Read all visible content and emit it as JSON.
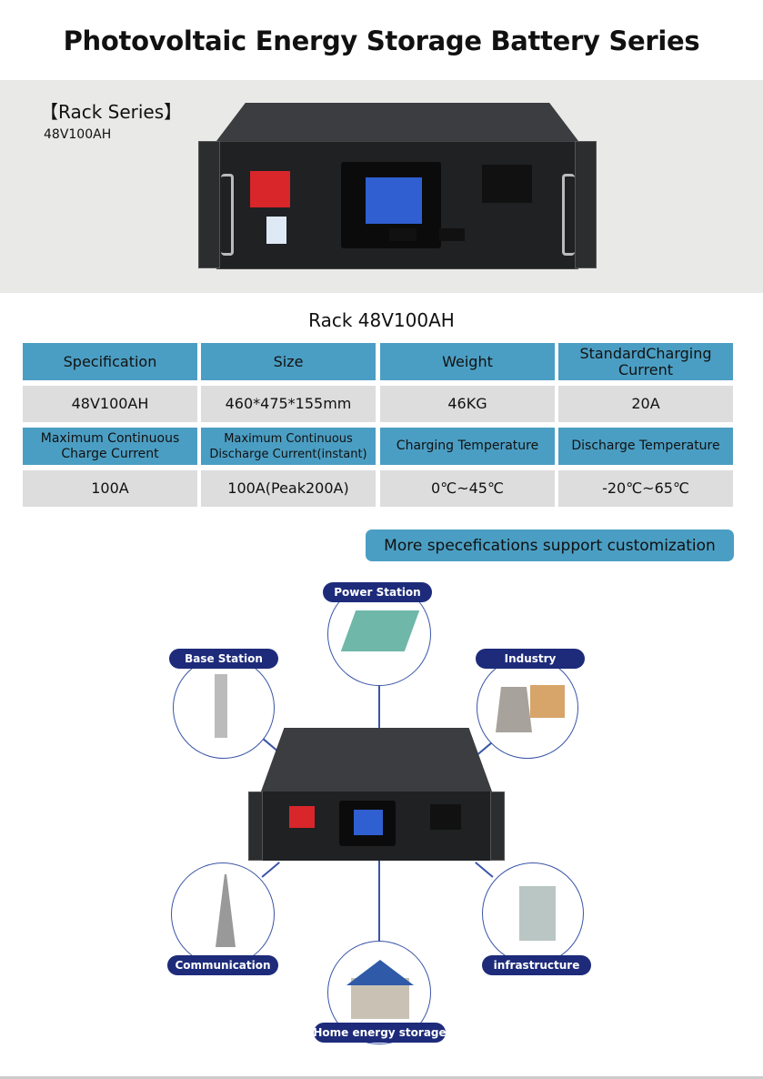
{
  "title": "Photovoltaic Energy Storage Battery Series",
  "hero": {
    "series": "【Rack Series】",
    "model": "48V100AH"
  },
  "product_title": "Rack 48V100AH",
  "table": {
    "rows": [
      {
        "type": "header",
        "cells": [
          "Specification",
          "Size",
          "Weight",
          "StandardCharging Current"
        ]
      },
      {
        "type": "data",
        "cells": [
          "48V100AH",
          "460*475*155mm",
          "46KG",
          "20A"
        ]
      },
      {
        "type": "header",
        "cells": [
          "Maximum Continuous Charge Current",
          "Maximum Continuous Discharge Current(instant)",
          "Charging Temperature",
          "Discharge Temperature"
        ]
      },
      {
        "type": "data",
        "cells": [
          "100A",
          "100A(Peak200A)",
          "0℃~45℃",
          "-20℃~65℃"
        ]
      }
    ]
  },
  "more_button": "More specefications support customization",
  "applications": [
    "Power Station",
    "Base Station",
    "Industry",
    "Communication",
    "infrastructure",
    "Home energy storage"
  ],
  "colors": {
    "header": "#4b9ec3",
    "cell": "#dddddd",
    "pill": "#1d2b7a",
    "band": "#e9e9e8"
  }
}
